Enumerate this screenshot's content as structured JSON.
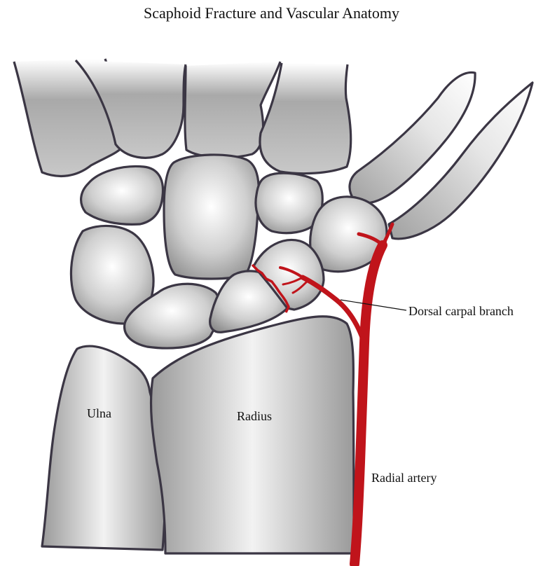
{
  "title": "Scaphoid Fracture and Vascular Anatomy",
  "labels": {
    "dorsal_carpal_branch": "Dorsal carpal branch",
    "ulna": "Ulna",
    "radius": "Radius",
    "radial_artery": "Radial artery"
  },
  "colors": {
    "artery": "#c0141b",
    "bone_outline": "#3b3644",
    "bone_light": "#ffffff",
    "bone_dark": "#8e8e8e"
  }
}
